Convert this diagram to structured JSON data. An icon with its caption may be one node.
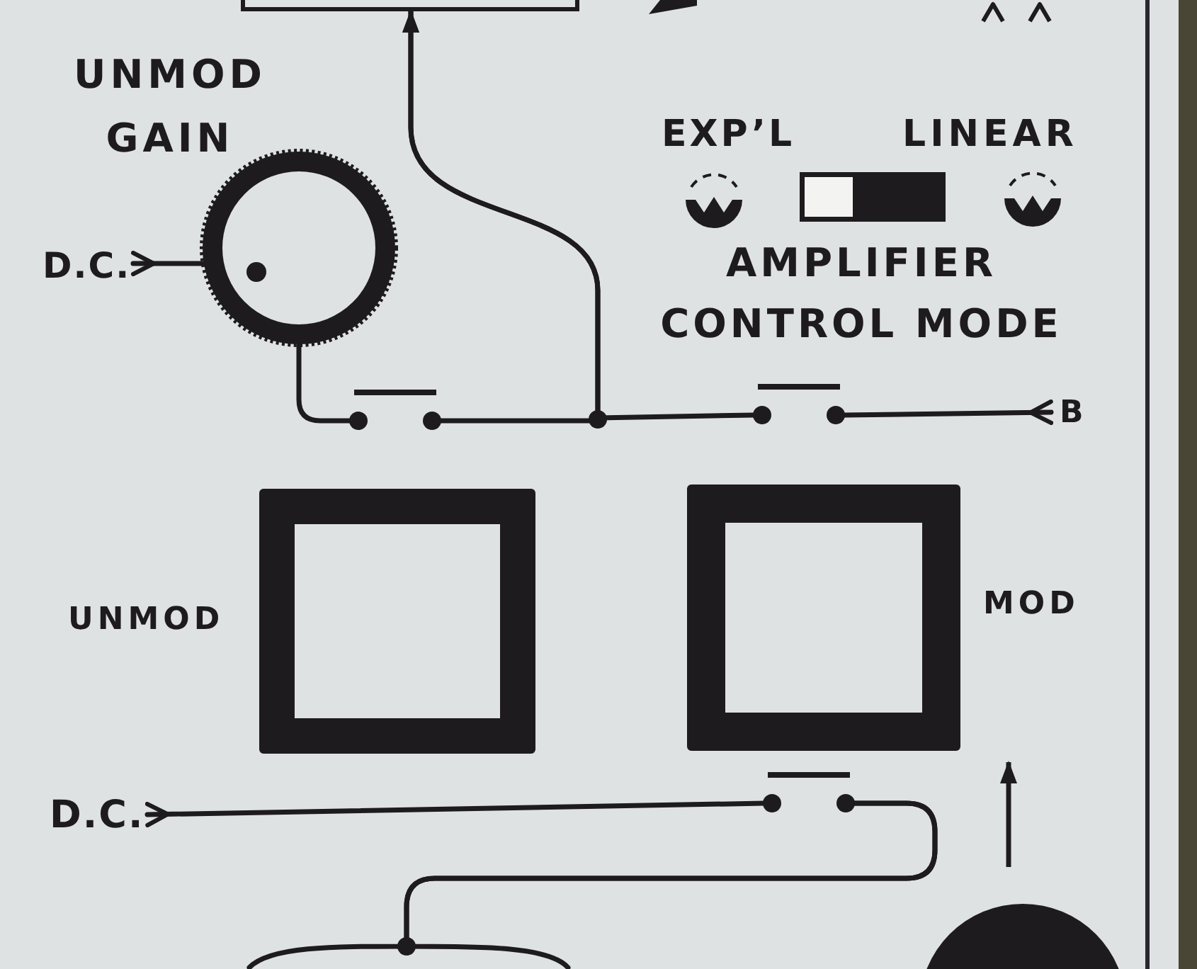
{
  "diagram": {
    "nodes": [
      {
        "text": [],
        "shape": "box"
      },
      {
        "text": [
          "UNMOD GAIN"
        ]
      },
      {
        "text": [
          "D.C."
        ]
      },
      {
        "text": [],
        "shape": "switch"
      },
      {
        "text": [],
        "shape": "switch"
      },
      {
        "text": [
          "B"
        ]
      },
      {
        "text": [],
        "shape": "box",
        "beside": [
          "UNMOD"
        ]
      },
      {
        "text": [],
        "shape": "box",
        "beside": [
          "MOD"
        ]
      },
      {
        "text": [
          "D.C."
        ]
      },
      {
        "text": [],
        "shape": "switch"
      },
      {
        "text": [],
        "shape": "circle"
      }
    ],
    "edges": [
      {
        "from": 2,
        "to": 1,
        "arrow": "other"
      },
      {
        "from": 1,
        "to": 3,
        "arrow": "none"
      },
      {
        "from": 3,
        "to": 0,
        "arrow": "to"
      },
      {
        "from": 4,
        "to": 0,
        "arrow": "to"
      },
      {
        "from": 5,
        "to": 4,
        "arrow": "other"
      },
      {
        "from": 8,
        "to": 9,
        "arrow": "other"
      },
      {
        "from": 9,
        "to": null,
        "arrow": "none"
      },
      {
        "from": 9,
        "to": null,
        "arrow": "none"
      }
    ],
    "labels": [
      "EXP’L",
      "LINEAR",
      "AMPLIFIER CONTROL MODE"
    ]
  }
}
